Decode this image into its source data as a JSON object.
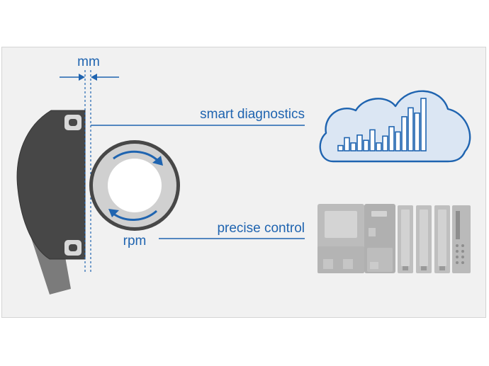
{
  "labels": {
    "distance": "mm",
    "speed": "rpm",
    "diagnostics": "smart diagnostics",
    "control": "precise control"
  },
  "colors": {
    "accent": "#1f64b0",
    "frame_bg": "#f1f1f1",
    "sensor_body": "#4a4a4a",
    "wheel_ring": "#cfcfcf",
    "cloud_fill": "#dbe6f3",
    "plc_gray": "#b9b9b9"
  },
  "icons": {
    "sensor": "inductive-sensor-icon",
    "wheel": "rotating-target-icon",
    "cloud": "cloud-analytics-icon",
    "plc": "plc-controller-icon"
  },
  "cloud_bars": [
    1,
    2.5,
    1.5,
    3,
    2,
    4,
    1.5,
    2.8,
    4.6,
    3.6,
    6.5,
    8.2,
    7.2,
    10
  ]
}
